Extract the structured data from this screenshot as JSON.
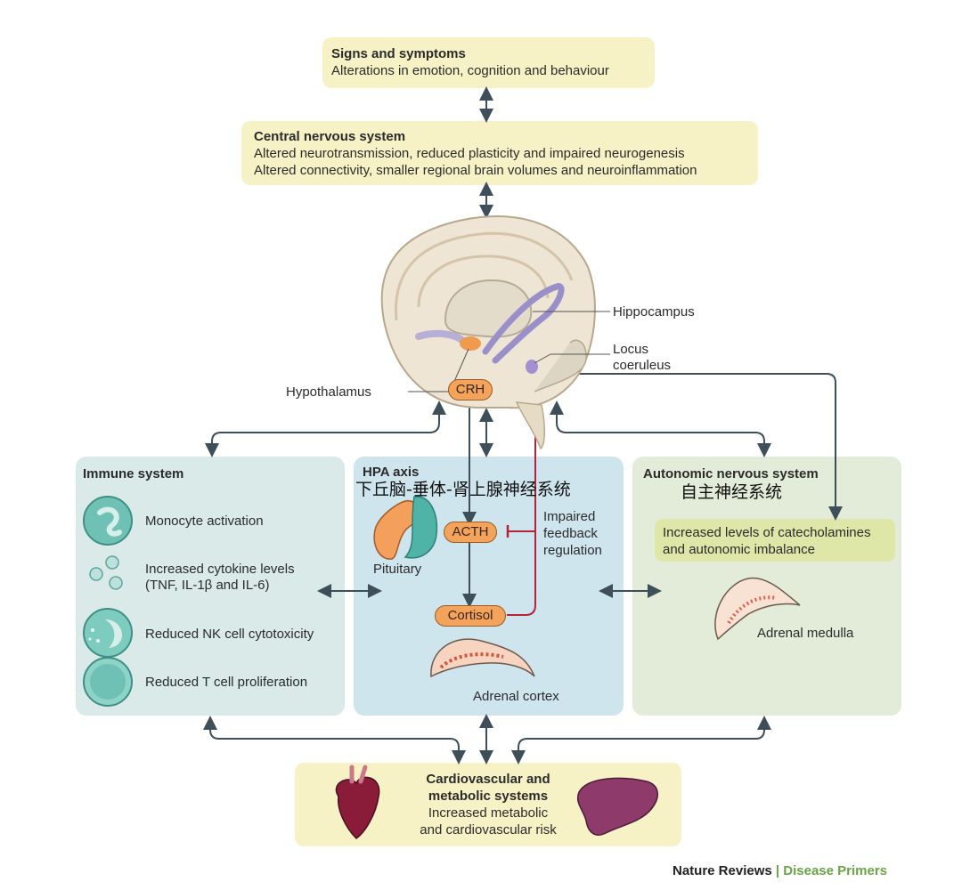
{
  "signs": {
    "title": "Signs and symptoms",
    "text": "Alterations in emotion, cognition and behaviour"
  },
  "cns": {
    "title": "Central nervous system",
    "line1": "Altered neurotransmission, reduced plasticity and impaired neurogenesis",
    "line2": "Altered connectivity, smaller regional brain volumes and neuroinflammation"
  },
  "brain": {
    "hippocampus": "Hippocampus",
    "locus1": "Locus",
    "locus2": "coeruleus",
    "hypothalamus": "Hypothalamus",
    "crh": "CRH"
  },
  "immune": {
    "title": "Immune system",
    "items": [
      "Monocyte activation",
      "Increased cytokine levels",
      "(TNF, IL-1β and IL-6)",
      "Reduced NK cell cytotoxicity",
      "Reduced T cell proliferation"
    ]
  },
  "hpa": {
    "title": "HPA axis",
    "cn": "下丘脑-垂体-肾上腺神经系统",
    "pituitary": "Pituitary",
    "acth": "ACTH",
    "cortisol": "Cortisol",
    "feedback": [
      "Impaired",
      "feedback",
      "regulation"
    ],
    "adrenal_cortex": "Adrenal cortex"
  },
  "ans": {
    "title": "Autonomic nervous system",
    "cn": "自主神经系统",
    "box1": "Increased levels of catecholamines",
    "box2": "and autonomic imbalance",
    "adrenal_medulla": "Adrenal medulla"
  },
  "cardio": {
    "title1": "Cardiovascular and",
    "title2": "metabolic systems",
    "text1": "Increased metabolic",
    "text2": "and cardiovascular risk"
  },
  "footer": {
    "part1": "Nature Reviews",
    "sep": " | ",
    "part2": "Disease Primers"
  },
  "colors": {
    "yellow_box": "#f6f2c6",
    "immune_panel": "#d9eae9",
    "hpa_panel": "#cfe5ee",
    "ans_panel": "#e3ecd8",
    "arrow": "#3e4f59",
    "inhibit": "#b3243a",
    "pill": "#f3a35a",
    "footer_green": "#6aa544"
  }
}
